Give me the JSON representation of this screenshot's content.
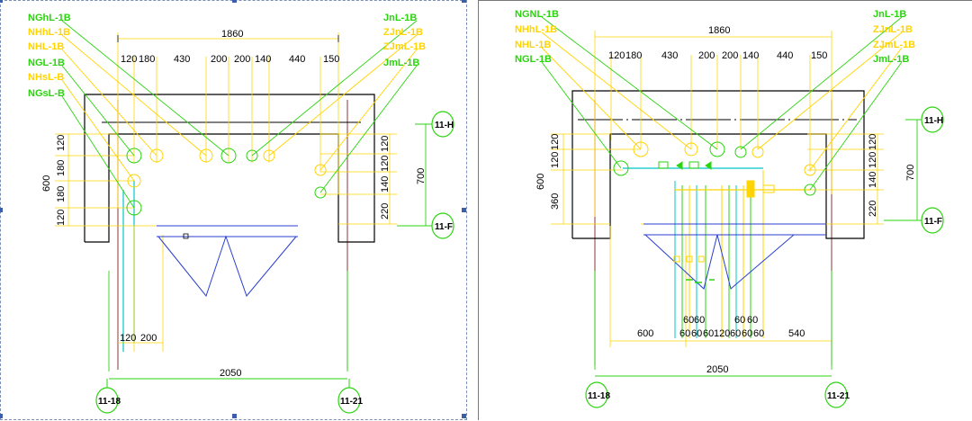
{
  "left": {
    "labels_left": [
      {
        "text": "NGhL-1B",
        "color": "green"
      },
      {
        "text": "NHhL-1B",
        "color": "yellow"
      },
      {
        "text": "NHL-1B",
        "color": "yellow"
      },
      {
        "text": "NGL-1B",
        "color": "green"
      },
      {
        "text": "NHsL-B",
        "color": "yellow"
      },
      {
        "text": "NGsL-B",
        "color": "green"
      }
    ],
    "labels_right": [
      {
        "text": "JnL-1B",
        "color": "green"
      },
      {
        "text": "ZJnL-1B",
        "color": "yellow"
      },
      {
        "text": "ZJmL-1B",
        "color": "yellow"
      },
      {
        "text": "JmL-1B",
        "color": "green"
      }
    ],
    "top_total": "1860",
    "top_dims": [
      "120",
      "180",
      "430",
      "200",
      "200",
      "140",
      "440",
      "150"
    ],
    "left_dims": [
      "120",
      "180",
      "180",
      "120"
    ],
    "left_total": "600",
    "right_dims": [
      "120",
      "120",
      "140",
      "220"
    ],
    "right_total": "700",
    "bottom_dims": [
      "120",
      "200"
    ],
    "bottom_total": "2050",
    "axis_top": "11-H",
    "axis_bottom_right": "11-F",
    "axis_left": "11-18",
    "axis_right": "11-21"
  },
  "right": {
    "labels_left": [
      {
        "text": "NGNL-1B",
        "color": "green"
      },
      {
        "text": "NHhL-1B",
        "color": "yellow"
      },
      {
        "text": "NHL-1B",
        "color": "yellow"
      },
      {
        "text": "NGL-1B",
        "color": "green"
      }
    ],
    "labels_right": [
      {
        "text": "JnL-1B",
        "color": "green"
      },
      {
        "text": "ZJnL-1B",
        "color": "yellow"
      },
      {
        "text": "ZJmL-1B",
        "color": "yellow"
      },
      {
        "text": "JmL-1B",
        "color": "green"
      }
    ],
    "top_total": "1860",
    "top_dims": [
      "120",
      "180",
      "430",
      "200",
      "200",
      "140",
      "440",
      "150"
    ],
    "left_dims": [
      "120",
      "120",
      "360"
    ],
    "left_total": "600",
    "right_dims": [
      "120",
      "120",
      "140",
      "220"
    ],
    "right_total": "700",
    "bottom_row1": [
      "60",
      "60",
      "60",
      "60"
    ],
    "bottom_row2": [
      "600",
      "60",
      "60",
      "60",
      "120",
      "60",
      "60",
      "60",
      "540"
    ],
    "bottom_total": "2050",
    "axis_top": "11-H",
    "axis_bottom_right": "11-F",
    "axis_left": "11-18",
    "axis_right": "11-21"
  },
  "colors": {
    "green": "#2bd40f",
    "yellow": "#ffd400",
    "wall": "#000000",
    "dim": "#ffd400",
    "blue": "#2a3fd1",
    "cyan": "#00c8c8",
    "maroon": "#8b3a3a"
  }
}
